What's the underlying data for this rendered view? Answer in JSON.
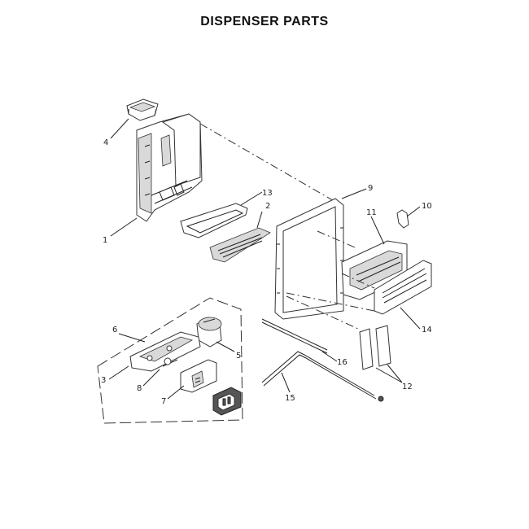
{
  "title": "DISPENSER PARTS",
  "callouts": {
    "c1": "1",
    "c2": "2",
    "c3": "3",
    "c4": "4",
    "c5": "5",
    "c6": "6",
    "c7": "7",
    "c8": "8",
    "c9": "9",
    "c10": "10",
    "c11": "11",
    "c12": "12",
    "c13": "13",
    "c14": "14",
    "c15": "15",
    "c16": "16"
  }
}
